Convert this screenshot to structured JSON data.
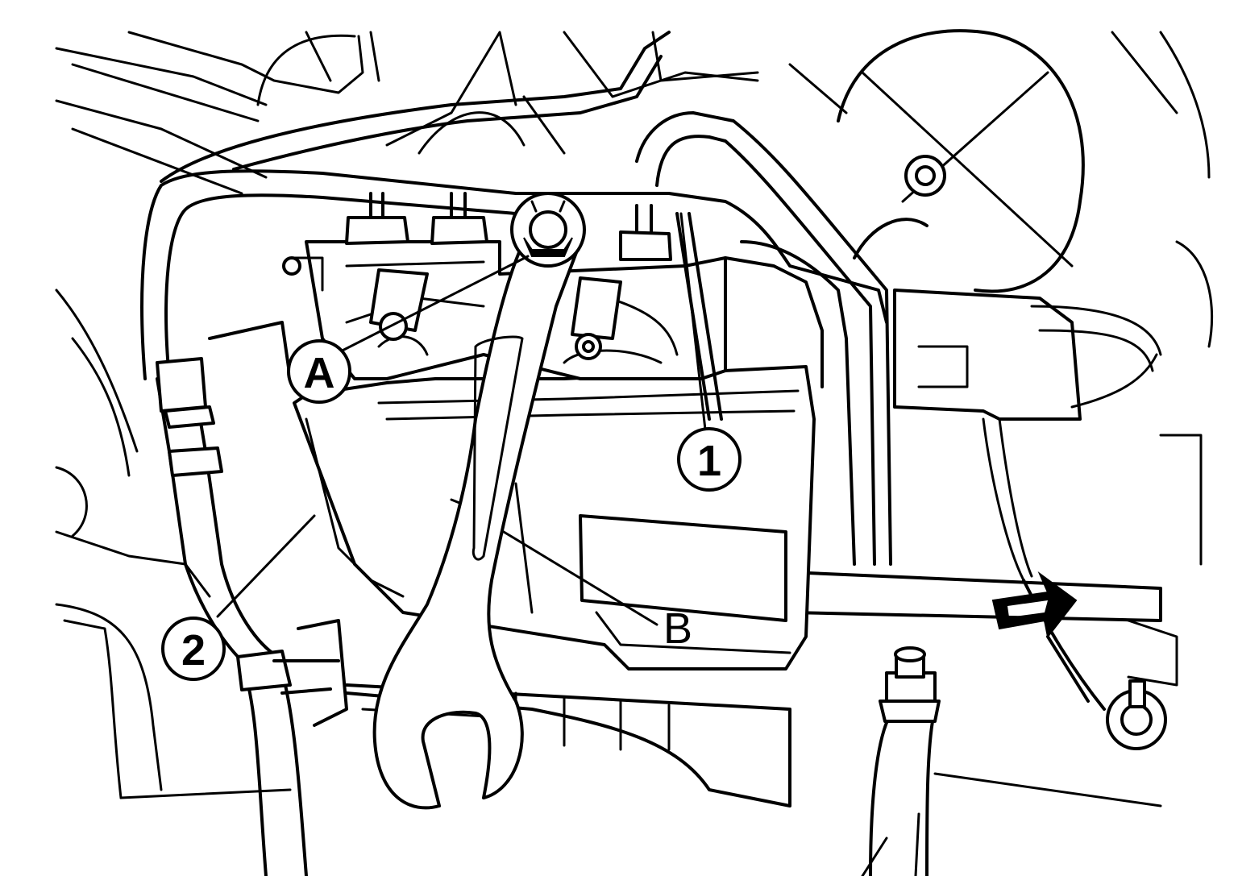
{
  "diagram": {
    "callouts": {
      "A": "A",
      "B": "B",
      "one": "1",
      "two": "2"
    },
    "colors": {
      "line": "#000000",
      "background": "#ffffff"
    }
  }
}
